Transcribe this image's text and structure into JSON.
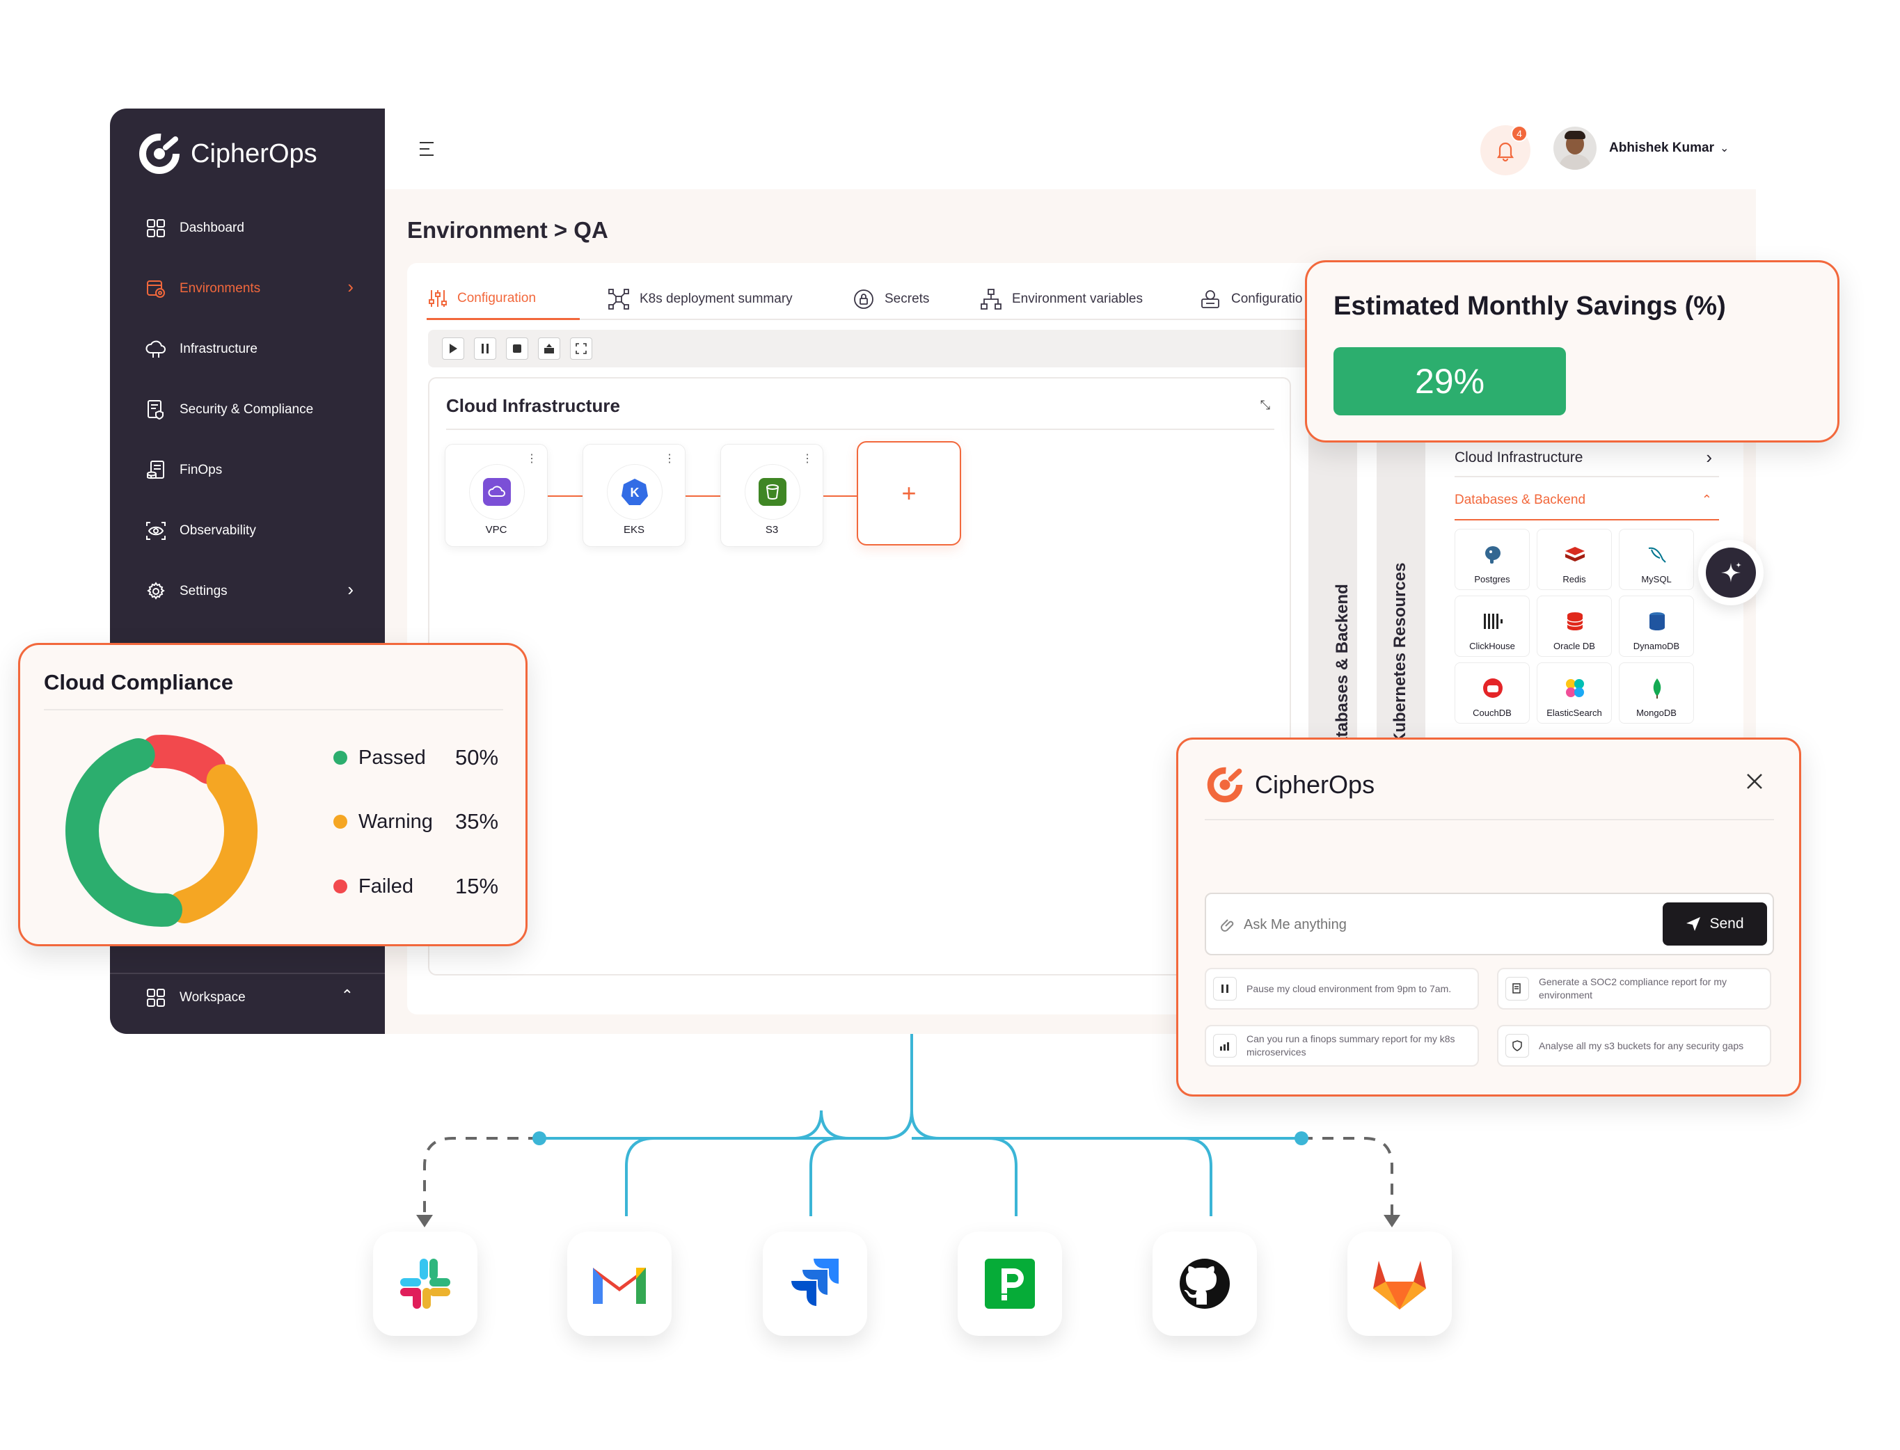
{
  "app": {
    "brand": "CipherOps"
  },
  "user": {
    "name": "Abhishek Kumar",
    "notifications": "4"
  },
  "sidebar": {
    "items": [
      {
        "label": "Dashboard",
        "icon": "grid-icon"
      },
      {
        "label": "Environments",
        "icon": "environment-icon",
        "active": true
      },
      {
        "label": "Infrastructure",
        "icon": "cloud-icon"
      },
      {
        "label": "Security & Compliance",
        "icon": "document-shield-icon"
      },
      {
        "label": "FinOps",
        "icon": "finops-icon"
      },
      {
        "label": "Observability",
        "icon": "eye-icon"
      },
      {
        "label": "Settings",
        "icon": "gear-icon"
      }
    ],
    "workspace": "Workspace"
  },
  "page": {
    "breadcrumb": "Environment > QA"
  },
  "tabs": [
    {
      "label": "Configuration",
      "active": true
    },
    {
      "label": "K8s deployment summary"
    },
    {
      "label": "Secrets"
    },
    {
      "label": "Environment variables"
    },
    {
      "label": "Configuratio"
    }
  ],
  "canvas": {
    "title": "Cloud Infrastructure",
    "nodes": [
      "VPC",
      "EKS",
      "S3"
    ],
    "add_label": "+"
  },
  "resource_panel": {
    "vertical_tabs": [
      "Databases & Backend",
      "Kubernetes Resources"
    ],
    "section_infra": "Cloud Infrastructure",
    "section_db": "Databases & Backend",
    "databases": [
      "Postgres",
      "Redis",
      "MySQL",
      "ClickHouse",
      "Oracle DB",
      "DynamoDB",
      "CouchDB",
      "ElasticSearch",
      "MongoDB"
    ]
  },
  "savings": {
    "title": "Estimated Monthly Savings (%)",
    "value": "29%",
    "color": "#2cae6e"
  },
  "compliance": {
    "title": "Cloud Compliance",
    "items": [
      {
        "label": "Passed",
        "value": "50%",
        "color": "#2cae6e"
      },
      {
        "label": "Warning",
        "value": "35%",
        "color": "#f5a623"
      },
      {
        "label": "Failed",
        "value": "15%",
        "color": "#f2494d"
      }
    ]
  },
  "assistant": {
    "brand": "CipherOps",
    "placeholder": "Ask Me anything",
    "send_label": "Send",
    "suggestions": [
      "Pause my cloud environment from 9pm to 7am.",
      "Generate a SOC2 compliance report for my environment",
      "Can you run a finops summary report for my k8s microservices",
      "Analyse all my s3 buckets for any security gaps"
    ]
  },
  "integrations": [
    "slack-icon",
    "gmail-icon",
    "jira-icon",
    "pagerduty-icon",
    "github-icon",
    "gitlab-icon"
  ],
  "colors": {
    "accent": "#f2683c",
    "sidebar": "#2d2837",
    "connector": "#3bb5d6"
  }
}
